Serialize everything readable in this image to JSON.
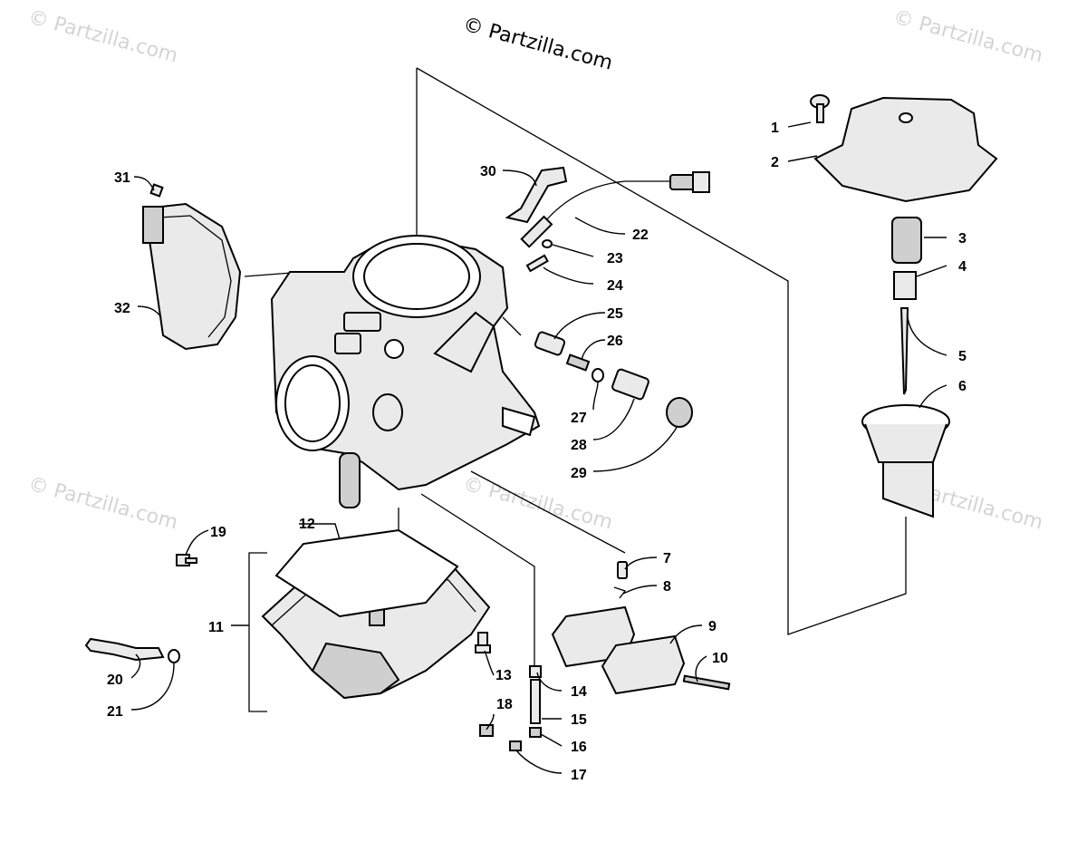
{
  "watermarks": {
    "primary": "© Partzilla.com",
    "repeat": "© Partzilla.com"
  },
  "callouts": [
    {
      "id": "1",
      "label": "1"
    },
    {
      "id": "2",
      "label": "2"
    },
    {
      "id": "3",
      "label": "3"
    },
    {
      "id": "4",
      "label": "4"
    },
    {
      "id": "5",
      "label": "5"
    },
    {
      "id": "6",
      "label": "6"
    },
    {
      "id": "7",
      "label": "7"
    },
    {
      "id": "8",
      "label": "8"
    },
    {
      "id": "9",
      "label": "9"
    },
    {
      "id": "10",
      "label": "10"
    },
    {
      "id": "11",
      "label": "11"
    },
    {
      "id": "12",
      "label": "12"
    },
    {
      "id": "13",
      "label": "13"
    },
    {
      "id": "14",
      "label": "14"
    },
    {
      "id": "15",
      "label": "15"
    },
    {
      "id": "16",
      "label": "16"
    },
    {
      "id": "17",
      "label": "17"
    },
    {
      "id": "18",
      "label": "18"
    },
    {
      "id": "19",
      "label": "19"
    },
    {
      "id": "20",
      "label": "20"
    },
    {
      "id": "21",
      "label": "21"
    },
    {
      "id": "22",
      "label": "22"
    },
    {
      "id": "23",
      "label": "23"
    },
    {
      "id": "24",
      "label": "24"
    },
    {
      "id": "25",
      "label": "25"
    },
    {
      "id": "26",
      "label": "26"
    },
    {
      "id": "27",
      "label": "27"
    },
    {
      "id": "28",
      "label": "28"
    },
    {
      "id": "29",
      "label": "29"
    },
    {
      "id": "30",
      "label": "30"
    },
    {
      "id": "31",
      "label": "31"
    },
    {
      "id": "32",
      "label": "32"
    }
  ]
}
